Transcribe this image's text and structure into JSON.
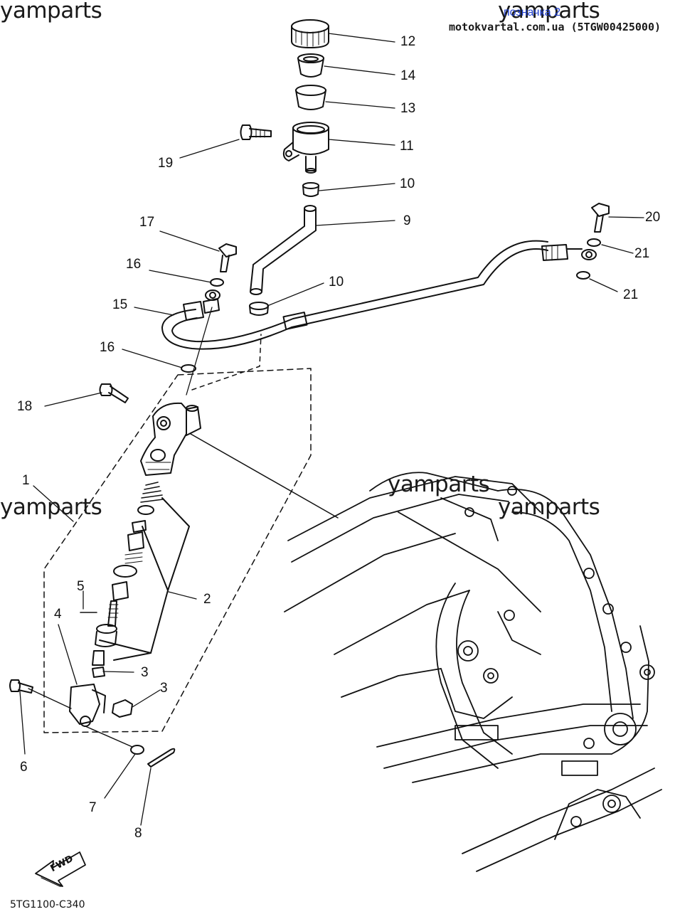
{
  "watermarks": [
    "yamparts",
    "yamparts",
    "yamparts",
    "yamparts",
    "yamparts"
  ],
  "stamp": "позначка 2",
  "site": "motokvartal.com.ua (5TGW00425000)",
  "callouts": [
    "1",
    "2",
    "3",
    "3",
    "4",
    "5",
    "6",
    "7",
    "8",
    "9",
    "10",
    "10",
    "11",
    "12",
    "13",
    "14",
    "15",
    "16",
    "16",
    "17",
    "18",
    "19",
    "20",
    "21",
    "21"
  ],
  "fwd_label": "FWD",
  "diagram_code": "5TG1100-C340",
  "colors": {
    "ink": "#111111",
    "stamp": "#2040d0",
    "background": "#ffffff"
  }
}
